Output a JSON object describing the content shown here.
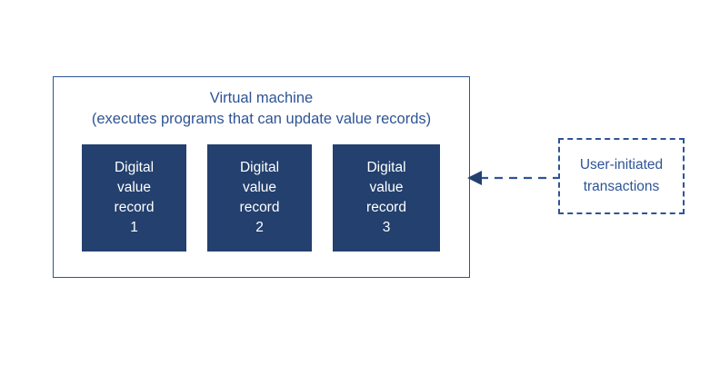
{
  "diagram": {
    "title": "Virtual machine diagram",
    "colors": {
      "box_fill": "#23406E",
      "line": "#2E5496",
      "text_on_box": "#FFFFFF",
      "background": "#FFFFFF"
    },
    "vm": {
      "title_line1": "Virtual machine",
      "title_line2": "(executes programs that can update value records)",
      "records": [
        {
          "line1": "Digital",
          "line2": "value",
          "line3": "record",
          "line4": "1"
        },
        {
          "line1": "Digital",
          "line2": "value",
          "line3": "record",
          "line4": "2"
        },
        {
          "line1": "Digital",
          "line2": "value",
          "line3": "record",
          "line4": "3"
        }
      ]
    },
    "external": {
      "line1": "User-initiated",
      "line2": "transactions"
    },
    "connector": {
      "style": "dashed",
      "direction": "left",
      "arrowhead": "filled-triangle"
    }
  }
}
